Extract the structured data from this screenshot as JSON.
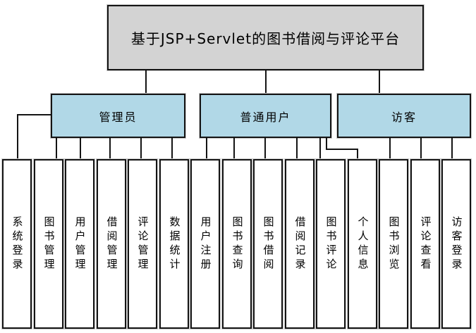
{
  "title": "基于JSP+Servlet的图书借阅与评论平台",
  "colors": {
    "root_fill": "#d3d3d3",
    "role_fill": "#b1d8e7",
    "leaf_fill": "#ffffff",
    "line": "#141414",
    "border": "#141414"
  },
  "roles": [
    {
      "label": "管理员",
      "children": [
        "系统登录",
        "图书管理",
        "用户管理",
        "借阅管理",
        "评论管理",
        "数据统计"
      ]
    },
    {
      "label": "普通用户",
      "children": [
        "用户注册",
        "图书查询",
        "图书借阅",
        "借阅记录",
        "图书评论",
        "个人信息"
      ]
    },
    {
      "label": "访客",
      "children": [
        "图书浏览",
        "评论查看",
        "访客登录"
      ]
    }
  ]
}
